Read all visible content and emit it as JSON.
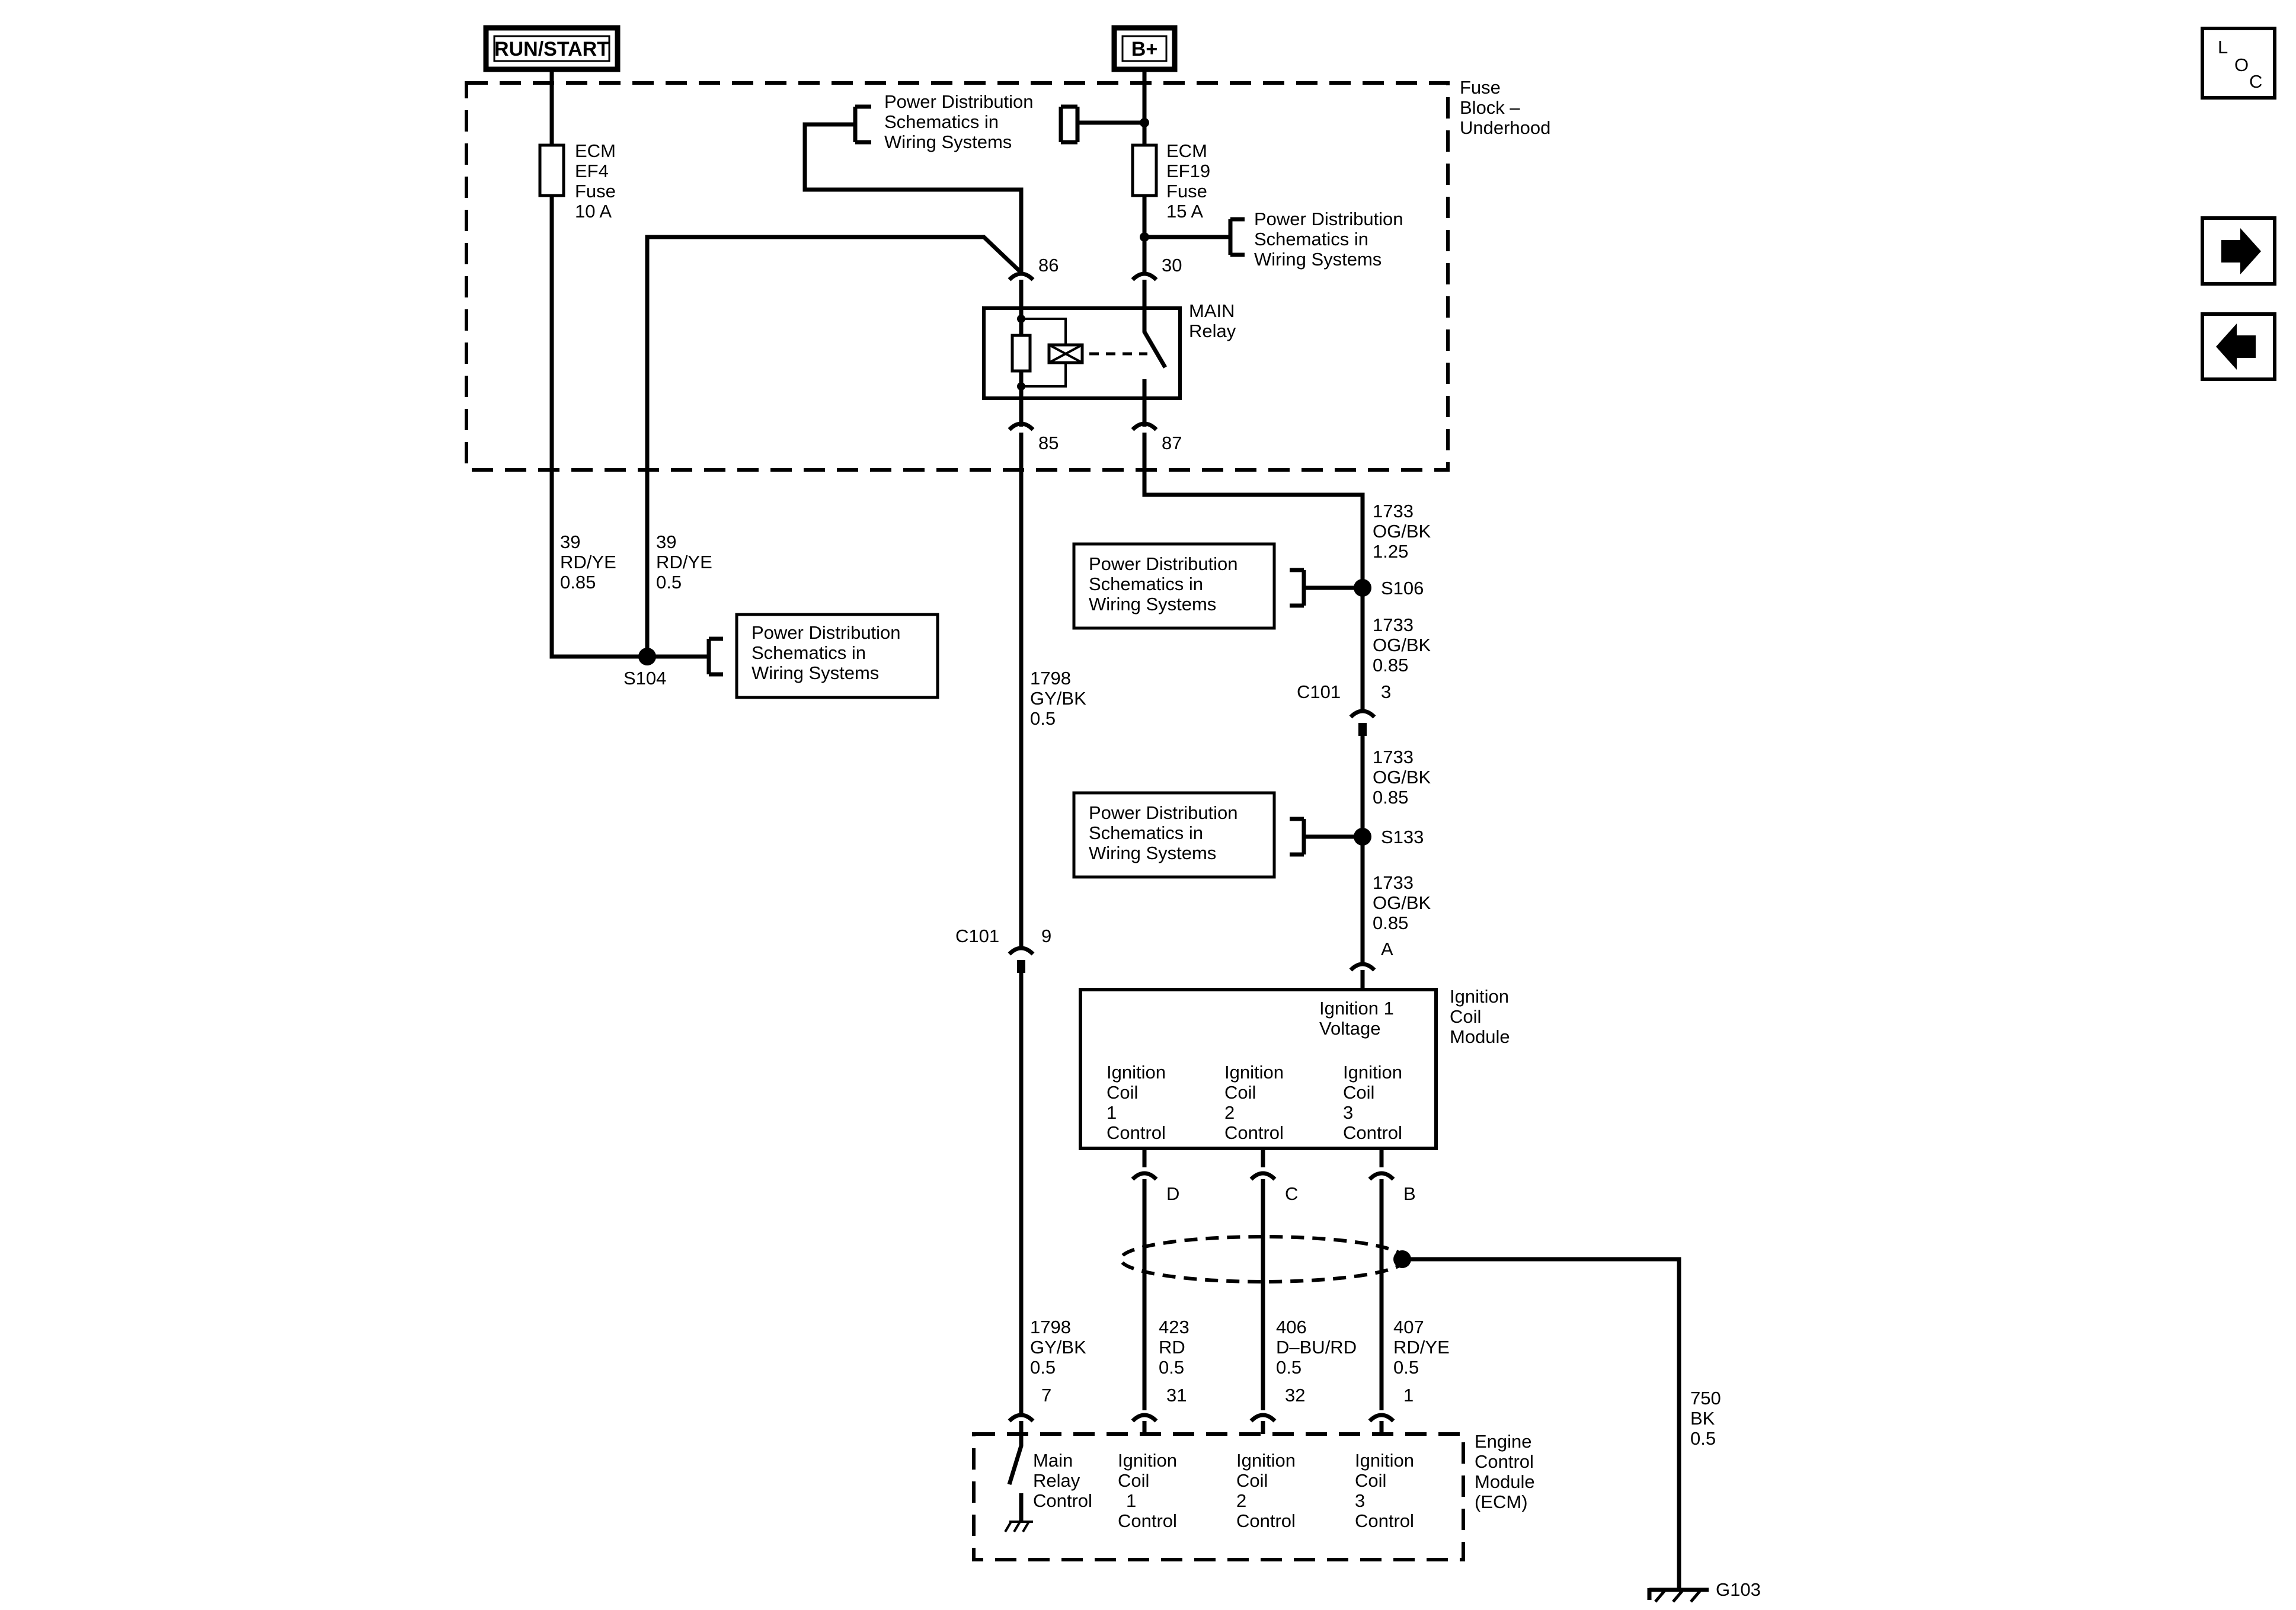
{
  "sources": {
    "run_start": "RUN/START",
    "b_plus": "B+"
  },
  "fuse_block": {
    "name": [
      "Fuse",
      "Block –",
      "Underhood"
    ]
  },
  "fuses": {
    "ef4": [
      "ECM",
      "EF4",
      "Fuse",
      "10 A"
    ],
    "ef19": [
      "ECM",
      "EF19",
      "Fuse",
      "15 A"
    ]
  },
  "power_dist": [
    "Power Distribution",
    "Schematics in",
    "Wiring Systems"
  ],
  "relay": {
    "name": [
      "MAIN",
      "Relay"
    ],
    "pins": {
      "p86": "86",
      "p30": "30",
      "p85": "85",
      "p87": "87"
    }
  },
  "wires": {
    "w39a": [
      "39",
      "RD/YE",
      "0.85"
    ],
    "w39b": [
      "39",
      "RD/YE",
      "0.5"
    ],
    "w1798a": [
      "1798",
      "GY/BK",
      "0.5"
    ],
    "w1798b": [
      "1798",
      "GY/BK",
      "0.5"
    ],
    "w1733a": [
      "1733",
      "OG/BK",
      "1.25"
    ],
    "w1733b": [
      "1733",
      "OG/BK",
      "0.85"
    ],
    "w1733c": [
      "1733",
      "OG/BK",
      "0.85"
    ],
    "w1733d": [
      "1733",
      "OG/BK",
      "0.85"
    ],
    "w423": [
      "423",
      "RD",
      "0.5"
    ],
    "w406": [
      "406",
      "D–BU/RD",
      "0.5"
    ],
    "w407": [
      "407",
      "RD/YE",
      "0.5"
    ],
    "w750": [
      "750",
      "BK",
      "0.5"
    ]
  },
  "splices": {
    "s104": "S104",
    "s106": "S106",
    "s133": "S133"
  },
  "connectors": {
    "c101": "C101",
    "c101_pin3": "3",
    "c101_pin9": "9",
    "ign_a": "A",
    "ign_b": "B",
    "ign_c": "C",
    "ign_d": "D",
    "ecm_7": "7",
    "ecm_31": "31",
    "ecm_32": "32",
    "ecm_1": "1"
  },
  "ignition_module": {
    "name": [
      "Ignition",
      "Coil",
      "Module"
    ],
    "voltage": [
      "Ignition 1",
      "Voltage"
    ],
    "coil1": [
      "Ignition",
      "Coil",
      "1",
      "Control"
    ],
    "coil2": [
      "Ignition",
      "Coil",
      "2",
      "Control"
    ],
    "coil3": [
      "Ignition",
      "Coil",
      "3",
      "Control"
    ]
  },
  "ecm": {
    "name": [
      "Engine",
      "Control",
      "Module",
      "(ECM)"
    ],
    "main_relay": [
      "Main",
      "Relay",
      "Control"
    ],
    "coil1": [
      "Ignition",
      "Coil",
      "1",
      "Control"
    ],
    "coil2": [
      "Ignition",
      "Coil",
      "2",
      "Control"
    ],
    "coil3": [
      "Ignition",
      "Coil",
      "3",
      "Control"
    ]
  },
  "ground": "G103",
  "loc": {
    "l": "L",
    "o": "O",
    "c": "C"
  },
  "nav": {
    "forward_icon": "arrow-right-icon",
    "back_icon": "arrow-left-icon"
  }
}
